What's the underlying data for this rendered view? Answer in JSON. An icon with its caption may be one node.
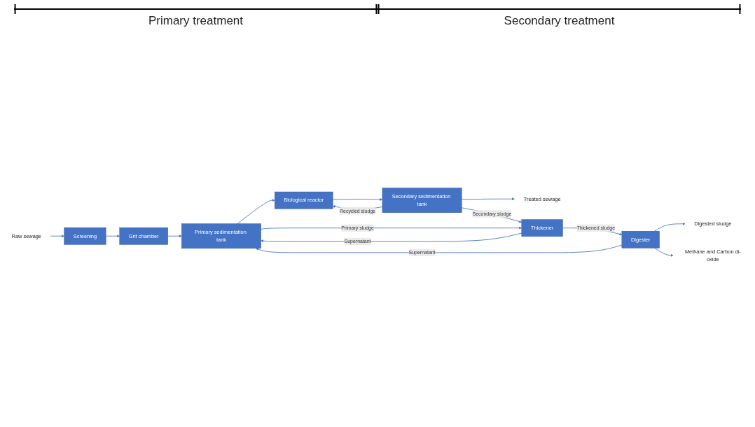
{
  "diagram": {
    "nodes": [
      {
        "text": [
          "Raw sewage"
        ]
      },
      {
        "text": [
          "Screening"
        ]
      },
      {
        "text": [
          "Grit chamber"
        ]
      },
      {
        "text": [
          "Primary sedimentation tank"
        ]
      },
      {
        "text": [
          "Biological reactor"
        ]
      },
      {
        "text": [
          "Secondary sedimentation tank"
        ]
      },
      {
        "text": [
          "Treated sewage"
        ]
      },
      {
        "text": [
          "Thickener"
        ]
      },
      {
        "text": [
          "Digester"
        ]
      },
      {
        "text": [
          "Digested sludge"
        ]
      },
      {
        "text": [
          "Methane and Carbon di-oxide"
        ]
      }
    ],
    "edges": [
      {
        "from": 0,
        "to": 1,
        "arrow": "to"
      },
      {
        "from": 1,
        "to": 2,
        "arrow": "to"
      },
      {
        "from": 2,
        "to": 3,
        "arrow": "to"
      },
      {
        "from": 3,
        "to": 4,
        "arrow": "to"
      },
      {
        "from": 4,
        "to": 5,
        "arrow": "to"
      },
      {
        "from": 5,
        "to": 6,
        "arrow": "to"
      },
      {
        "from": 5,
        "to": 4,
        "label": "Recycled sludge",
        "arrow": "to"
      },
      {
        "from": 3,
        "to": 7,
        "label": "Primary sludge",
        "arrow": "to"
      },
      {
        "from": 5,
        "to": 7,
        "label": "Secondary sludge",
        "arrow": "to"
      },
      {
        "from": 7,
        "to": 3,
        "label": "Supernatant",
        "arrow": "to"
      },
      {
        "from": 7,
        "to": 8,
        "label": "Thickened sludge",
        "arrow": "to"
      },
      {
        "from": 8,
        "to": 3,
        "label": "Supernatant",
        "arrow": "to"
      },
      {
        "from": 8,
        "to": 9,
        "arrow": "to"
      },
      {
        "from": 8,
        "to": 10,
        "arrow": "to"
      }
    ],
    "labels": [
      "Primary treatment",
      "Secondary treatment"
    ]
  }
}
